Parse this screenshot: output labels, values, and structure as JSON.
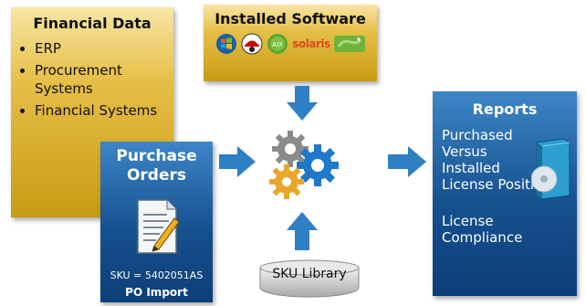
{
  "financial": {
    "title": "Financial Data",
    "items": [
      "ERP",
      "Procurement Systems",
      "Financial Systems"
    ]
  },
  "software": {
    "title": "Installed Software",
    "icons": [
      "windows-icon",
      "redhat-icon",
      "aix-icon",
      "solaris-logo",
      "suse-icon"
    ],
    "aix_label": "AIX",
    "solaris_label": "solaris"
  },
  "purchase": {
    "title_line1": "Purchase",
    "title_line2": "Orders",
    "sku": "SKU = 5402051AS",
    "po": "PO Import"
  },
  "reports": {
    "title": "Reports",
    "line1": "Purchased",
    "line2": "Versus",
    "line3": "Installed",
    "line4": "License Position",
    "line5": "License",
    "line6": "Compliance"
  },
  "library": {
    "label": "SKU Library"
  },
  "colors": {
    "gold": "#e6bf47",
    "blue": "#16508f",
    "arrow": "#2f7fc4",
    "gear_gray": "#8a8a8a",
    "gear_blue": "#1f78c8",
    "gear_gold": "#e8a72a"
  }
}
